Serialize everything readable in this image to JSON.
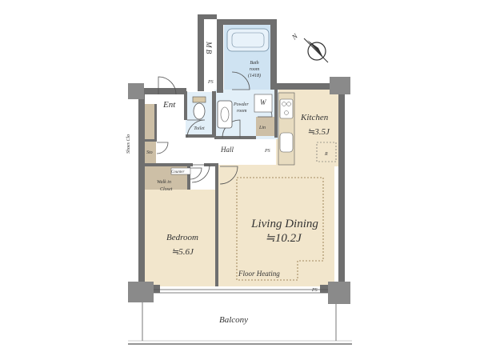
{
  "labels": {
    "mb": "M B",
    "bath_room_1": "Bath",
    "bath_room_2": "room",
    "bath_room_3": "(1418)",
    "ps_top": "PS",
    "ps_hall": "PS",
    "ps_bottom": "PS",
    "powder_room_1": "Powder",
    "powder_room_2": "room",
    "w": "W",
    "lin": "Lin",
    "ent": "Ent",
    "shoes_clo": "Shoes Clo",
    "toilet": "Toilet",
    "sto": "Sto",
    "hall": "Hall",
    "kitchen": "Kitchen",
    "kitchen_area": "≒3.5J",
    "r": "R",
    "counter": "Counter",
    "walk_in_1": "Walk in",
    "walk_in_2": "Closet",
    "living_dining": "Living Dining",
    "living_area": "≒10.2J",
    "bedroom": "Bedroom",
    "bedroom_area": "≒5.6J",
    "floor_heating": "Floor Heating",
    "balcony": "Balcony",
    "compass_n": "N"
  },
  "colors": {
    "wall": "#6f6f6f",
    "wood": "#f2e6cc",
    "bath": "#cfe3f2",
    "wet": "#ffffff",
    "closet": "#cdbfa6",
    "kitchen": "#f2e6cc",
    "fixture": "#e8dcc0"
  }
}
